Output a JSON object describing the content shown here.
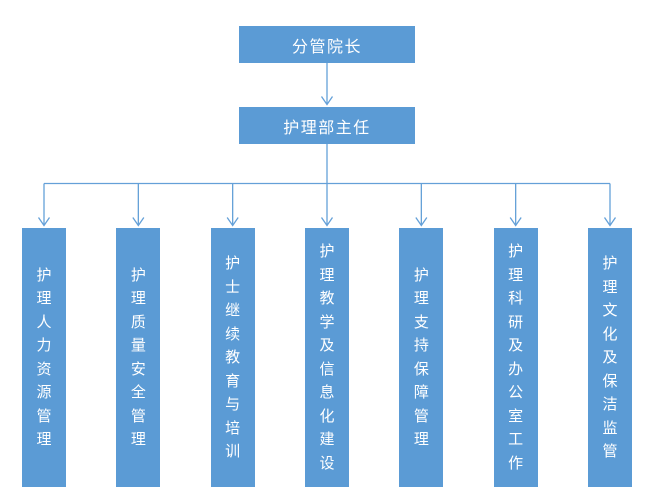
{
  "org_chart": {
    "top": {
      "label": "分管院长"
    },
    "middle": {
      "label": "护理部主任"
    },
    "departments": [
      {
        "label": "护理人力资源管理"
      },
      {
        "label": "护理质量安全管理"
      },
      {
        "label": "护士继续教育与培训"
      },
      {
        "label": "护理教学及信息化建设"
      },
      {
        "label": "护理支持保障管理"
      },
      {
        "label": "护理科研及办公室工作"
      },
      {
        "label": "护理文化及保洁监管"
      }
    ],
    "colors": {
      "box_fill": "#5B9BD5",
      "connector_line": "#64A0D8",
      "box_text": "#FFFFFF",
      "background": "#FFFFFF"
    }
  }
}
